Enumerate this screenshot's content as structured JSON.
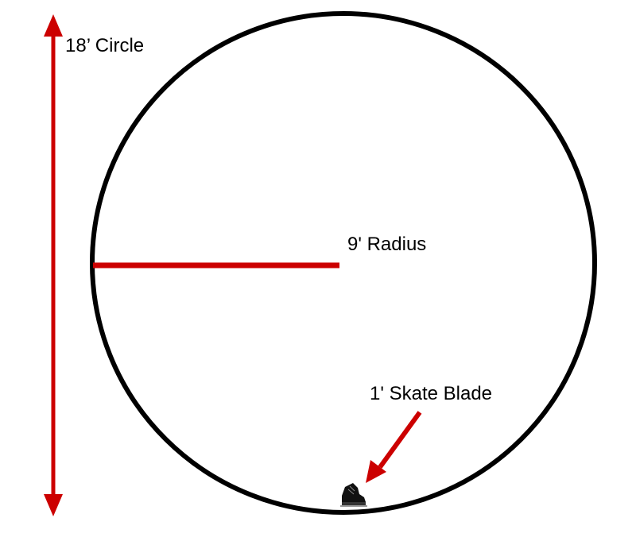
{
  "labels": {
    "diameter": "18’ Circle",
    "radius": "9' Radius",
    "skate": "1' Skate Blade"
  },
  "colors": {
    "outline": "#000000",
    "accent": "#cc0000"
  },
  "icons": {
    "skate": "skate-icon"
  }
}
